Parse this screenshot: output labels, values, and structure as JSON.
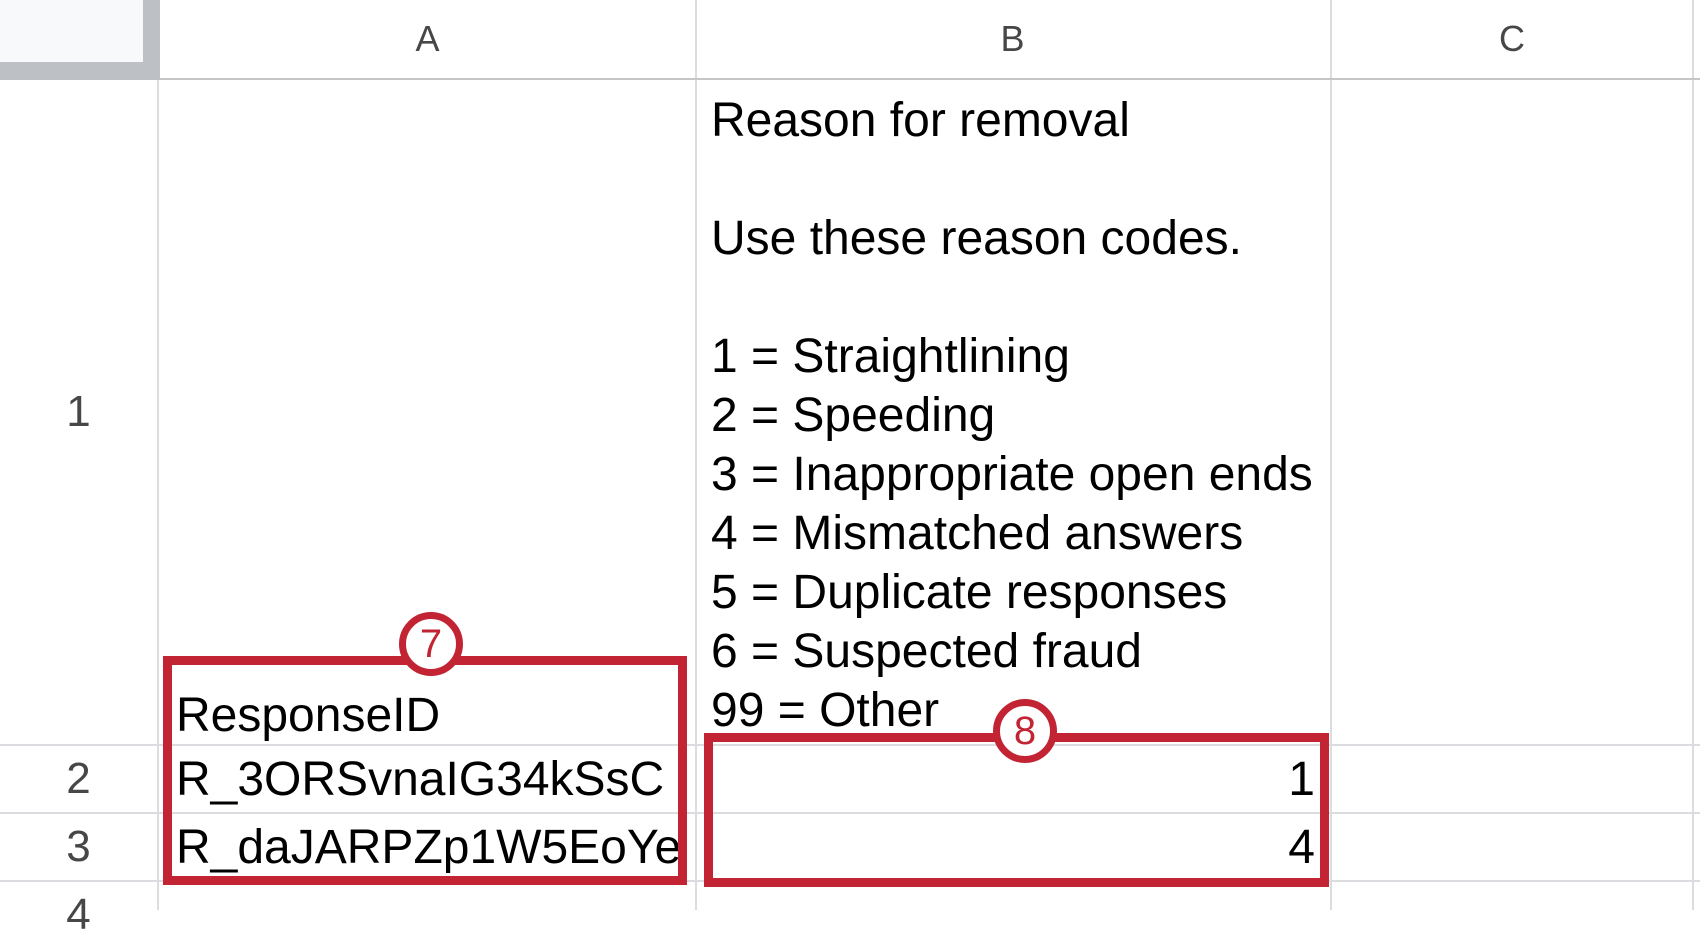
{
  "app": {
    "type_hint": "spreadsheet-grid"
  },
  "columns": [
    {
      "label": "A"
    },
    {
      "label": "B"
    },
    {
      "label": "C"
    }
  ],
  "rows": [
    {
      "number": "1"
    },
    {
      "number": "2"
    },
    {
      "number": "3"
    },
    {
      "number": "4"
    }
  ],
  "cells": {
    "a1": "ResponseID",
    "b1_lines": [
      "Reason for removal",
      "",
      "Use these reason codes.",
      "",
      "1 = Straightlining",
      "2 = Speeding",
      "3 = Inappropriate open ends",
      "4 = Mismatched answers",
      "5 = Duplicate responses",
      "6 = Suspected fraud",
      "99 = Other"
    ],
    "a2": "R_3ORSvnaIG34kSsC",
    "b2": "1",
    "a3": "R_daJARPZp1W5EoYe",
    "b3": "4"
  },
  "annotations": {
    "badge7": "7",
    "badge8": "8",
    "accent_color": "#c22433"
  }
}
